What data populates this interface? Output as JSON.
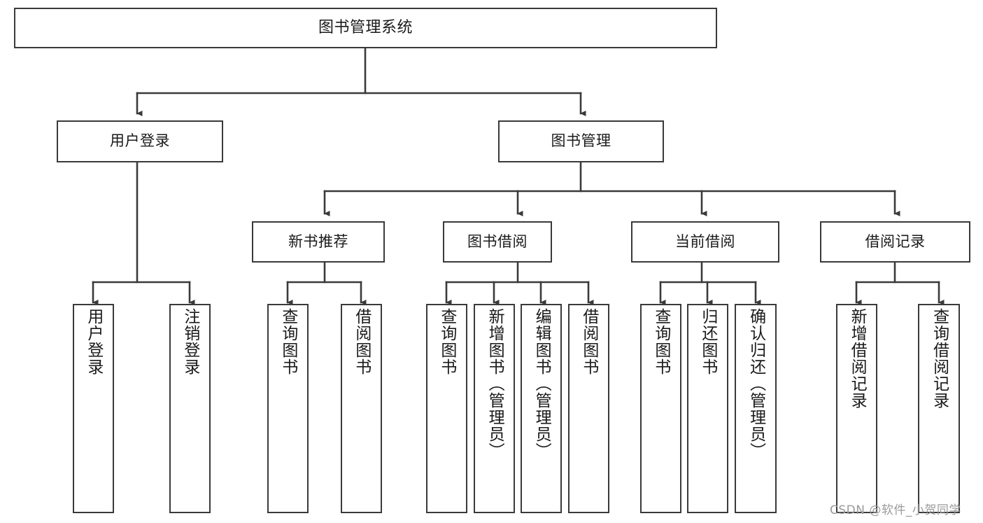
{
  "diagram": {
    "title": "图书管理系统",
    "type": "tree-hierarchy-diagram",
    "colors": {
      "stroke": "#3a3a3a",
      "fill": "#ffffff",
      "text": "#1a1a1a",
      "watermark": "#9a9a9a"
    },
    "root": {
      "label": "图书管理系统"
    },
    "level2": [
      {
        "label": "用户登录"
      },
      {
        "label": "图书管理"
      }
    ],
    "level3": [
      {
        "label": "新书推荐"
      },
      {
        "label": "图书借阅"
      },
      {
        "label": "当前借阅"
      },
      {
        "label": "借阅记录"
      }
    ],
    "leaves": {
      "user_login": [
        {
          "label": "用户登录"
        },
        {
          "label": "注销登录"
        }
      ],
      "new_book_recommend": [
        {
          "label": "查询图书"
        },
        {
          "label": "借阅图书"
        }
      ],
      "book_borrow": [
        {
          "label": "查询图书"
        },
        {
          "label": "新增图书（管理员）"
        },
        {
          "label": "编辑图书（管理员）"
        },
        {
          "label": "借阅图书"
        }
      ],
      "current_borrow": [
        {
          "label": "查询图书"
        },
        {
          "label": "归还图书"
        },
        {
          "label": "确认归还（管理员）"
        }
      ],
      "borrow_record": [
        {
          "label": "新增借阅记录"
        },
        {
          "label": "查询借阅记录"
        }
      ]
    }
  },
  "watermark": {
    "text": "CSDN @软件_小贺同学"
  }
}
